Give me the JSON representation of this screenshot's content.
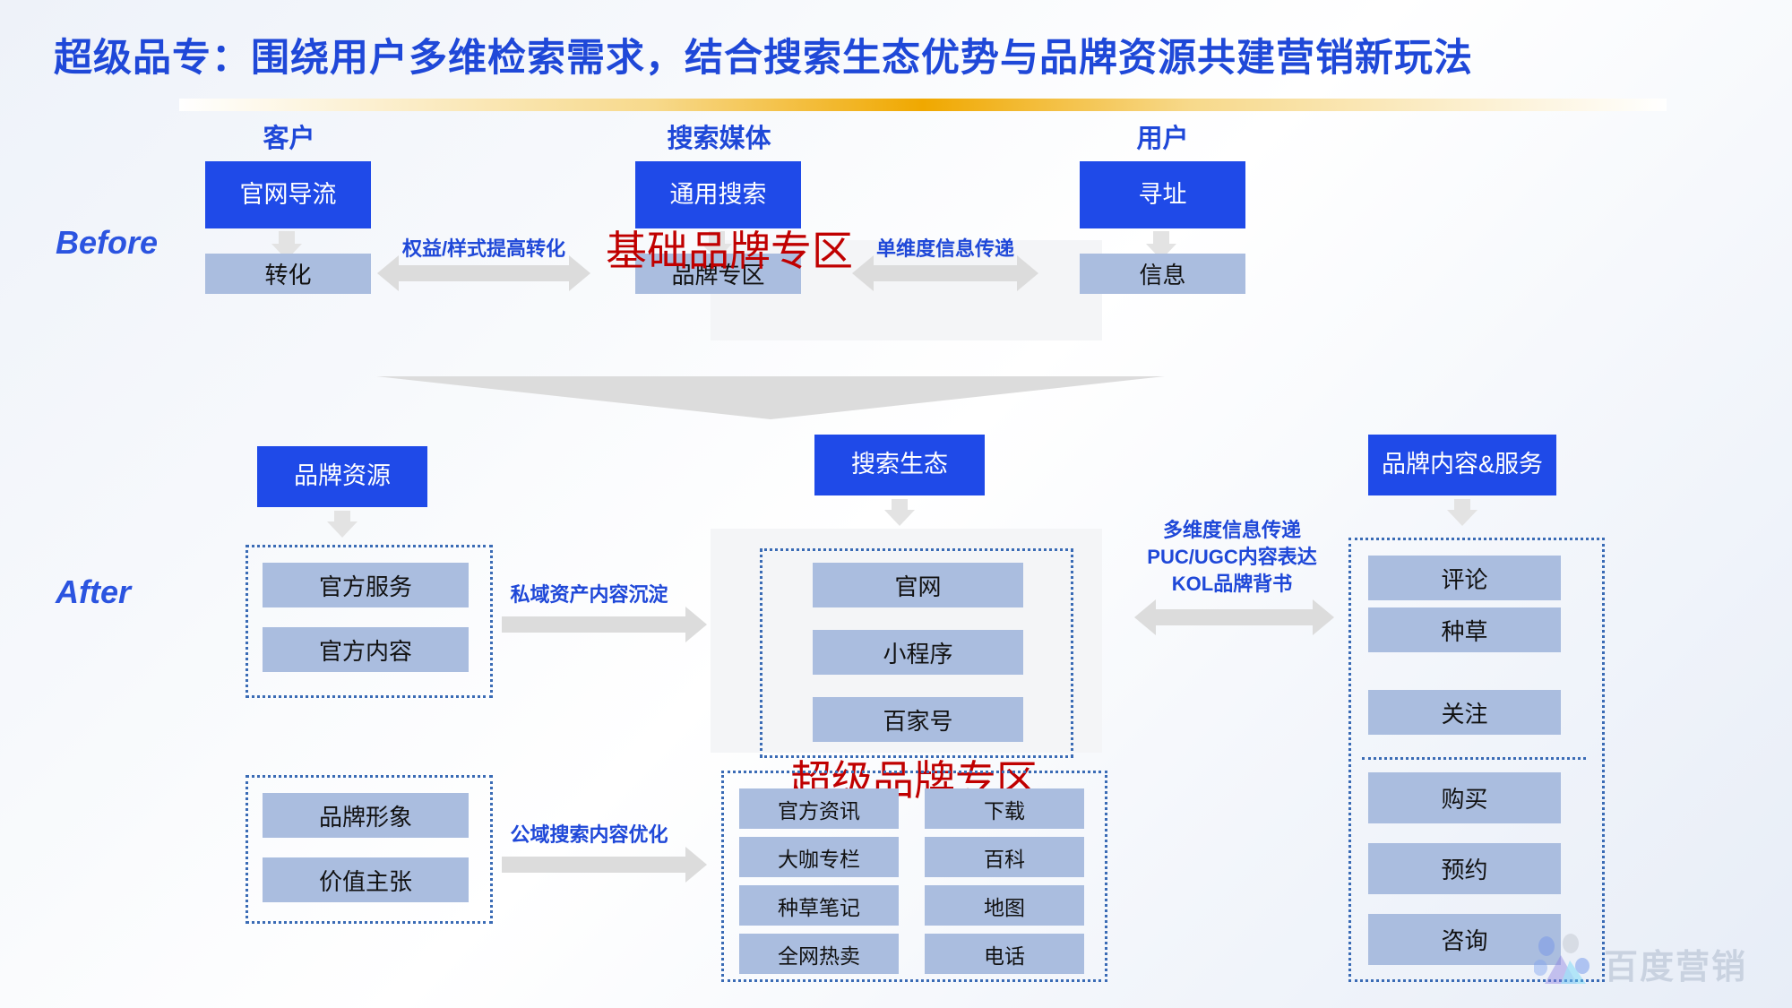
{
  "slide": {
    "title": "超级品专：围绕用户多维检索需求，结合搜索生态优势与品牌资源共建营销新玩法",
    "accent_blue": "#1f48d8",
    "box_blue": "#1f4ae8",
    "box_light": "#aabddf",
    "red": "#c00000",
    "gold": "#f0a800"
  },
  "columns": {
    "customer": "客户",
    "media": "搜索媒体",
    "user": "用户"
  },
  "rows": {
    "before": "Before",
    "after": "After"
  },
  "before": {
    "customer": {
      "top": "官网导流",
      "bottom": "转化"
    },
    "media": {
      "top": "通用搜索",
      "bottom": "品牌专区",
      "annotation": "基础品牌专区"
    },
    "user": {
      "top": "寻址",
      "bottom": "信息"
    },
    "left_connector": "权益/样式提高转化",
    "right_connector": "单维度信息传递"
  },
  "after": {
    "left": {
      "header": "品牌资源",
      "group_one": [
        "官方服务",
        "官方内容"
      ],
      "group_two": [
        "品牌形象",
        "价值主张"
      ]
    },
    "middle": {
      "header": "搜索生态",
      "annotation": "超级品牌专区",
      "group_one": [
        "官网",
        "小程序",
        "百家号"
      ],
      "group_two_left": [
        "官方资讯",
        "大咖专栏",
        "种草笔记",
        "全网热卖"
      ],
      "group_two_right": [
        "下载",
        "百科",
        "地图",
        "电话"
      ]
    },
    "right": {
      "header": "品牌内容&服务",
      "group_one": [
        "评论",
        "种草",
        "关注"
      ],
      "group_two": [
        "购买",
        "预约",
        "咨询"
      ]
    },
    "left_connector_top": "私域资产内容沉淀",
    "left_connector_bottom": "公域搜索内容优化",
    "right_connector": [
      "多维度信息传递",
      "PUC/UGC内容表达",
      "KOL品牌背书"
    ]
  },
  "logo": {
    "text": "百度营销",
    "mark": "baidu-bear-paw-icon"
  }
}
